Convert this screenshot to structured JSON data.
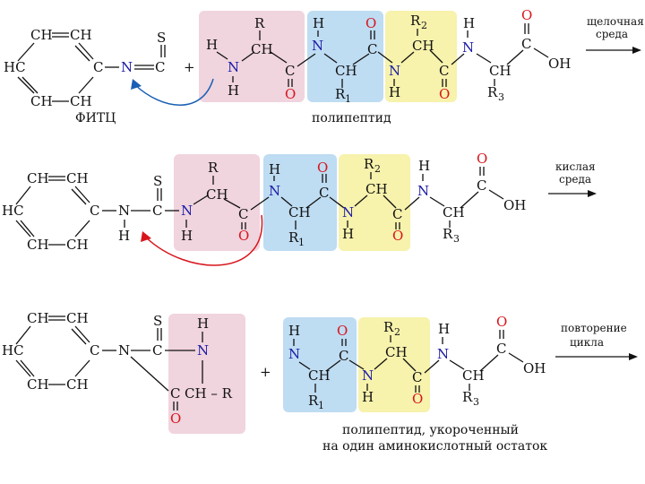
{
  "labels": {
    "fitc": "ФИТЦ",
    "polypeptide": "полипептид",
    "shortened_1": "полипептид, укороченный",
    "shortened_2": "на один аминокислотный остаток"
  },
  "conditions": {
    "alkaline_1": "щелочная",
    "alkaline_2": "среда",
    "acid_1": "кислая",
    "acid_2": "среда",
    "repeat_1": "повторение",
    "repeat_2": "цикла"
  },
  "atoms": {
    "CH": "CH",
    "HC": "HC",
    "C": "C",
    "N": "N",
    "S": "S",
    "H": "H",
    "O": "O",
    "R": "R",
    "OH": "OH",
    "R1": "R",
    "R2": "R",
    "R3": "R",
    "sub1": "1",
    "sub2": "2",
    "sub3": "3",
    "plus": "+",
    "dash_R": "CH – R"
  },
  "colors": {
    "pink": "#f0d4de",
    "light_blue": "#bedcf2",
    "yellow": "#f7f2ac",
    "nitrogen": "#1a1aa6",
    "oxygen": "#d8151c",
    "arrow_blue": "#1a5fb4",
    "arrow_red": "#d8151c"
  }
}
